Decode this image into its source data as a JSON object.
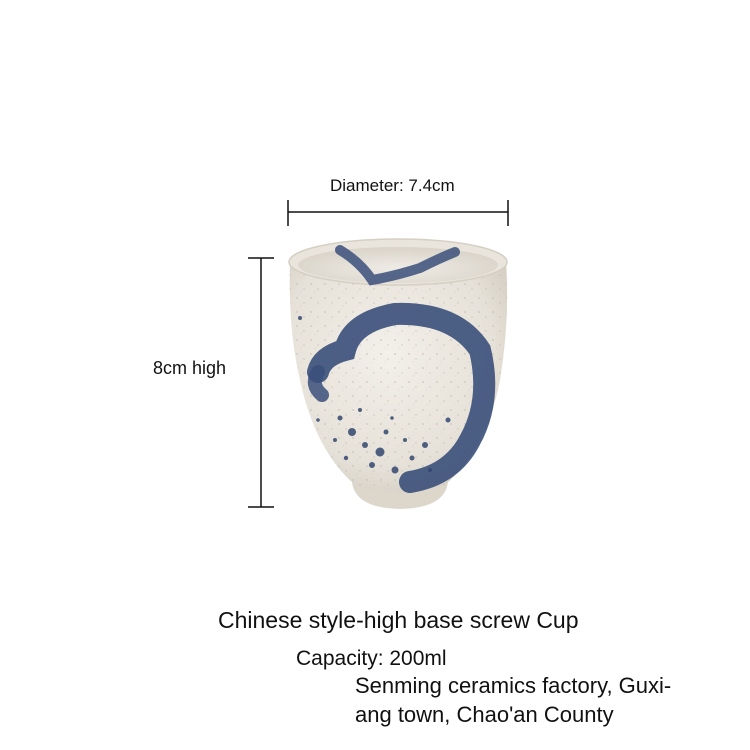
{
  "dimensions": {
    "diameter_label": "Diameter: 7.4cm",
    "height_label": "8cm high"
  },
  "product": {
    "title": "Chinese style-high base screw Cup",
    "capacity": "Capacity: 200ml",
    "maker_line1": "Senming ceramics factory, Guxi-",
    "maker_line2": "ang town, Chao'an County"
  },
  "colors": {
    "text": "#111111",
    "dimension_line": "#111111",
    "glaze": "#ece8e0",
    "brush_blue": "#3a4f7a"
  }
}
